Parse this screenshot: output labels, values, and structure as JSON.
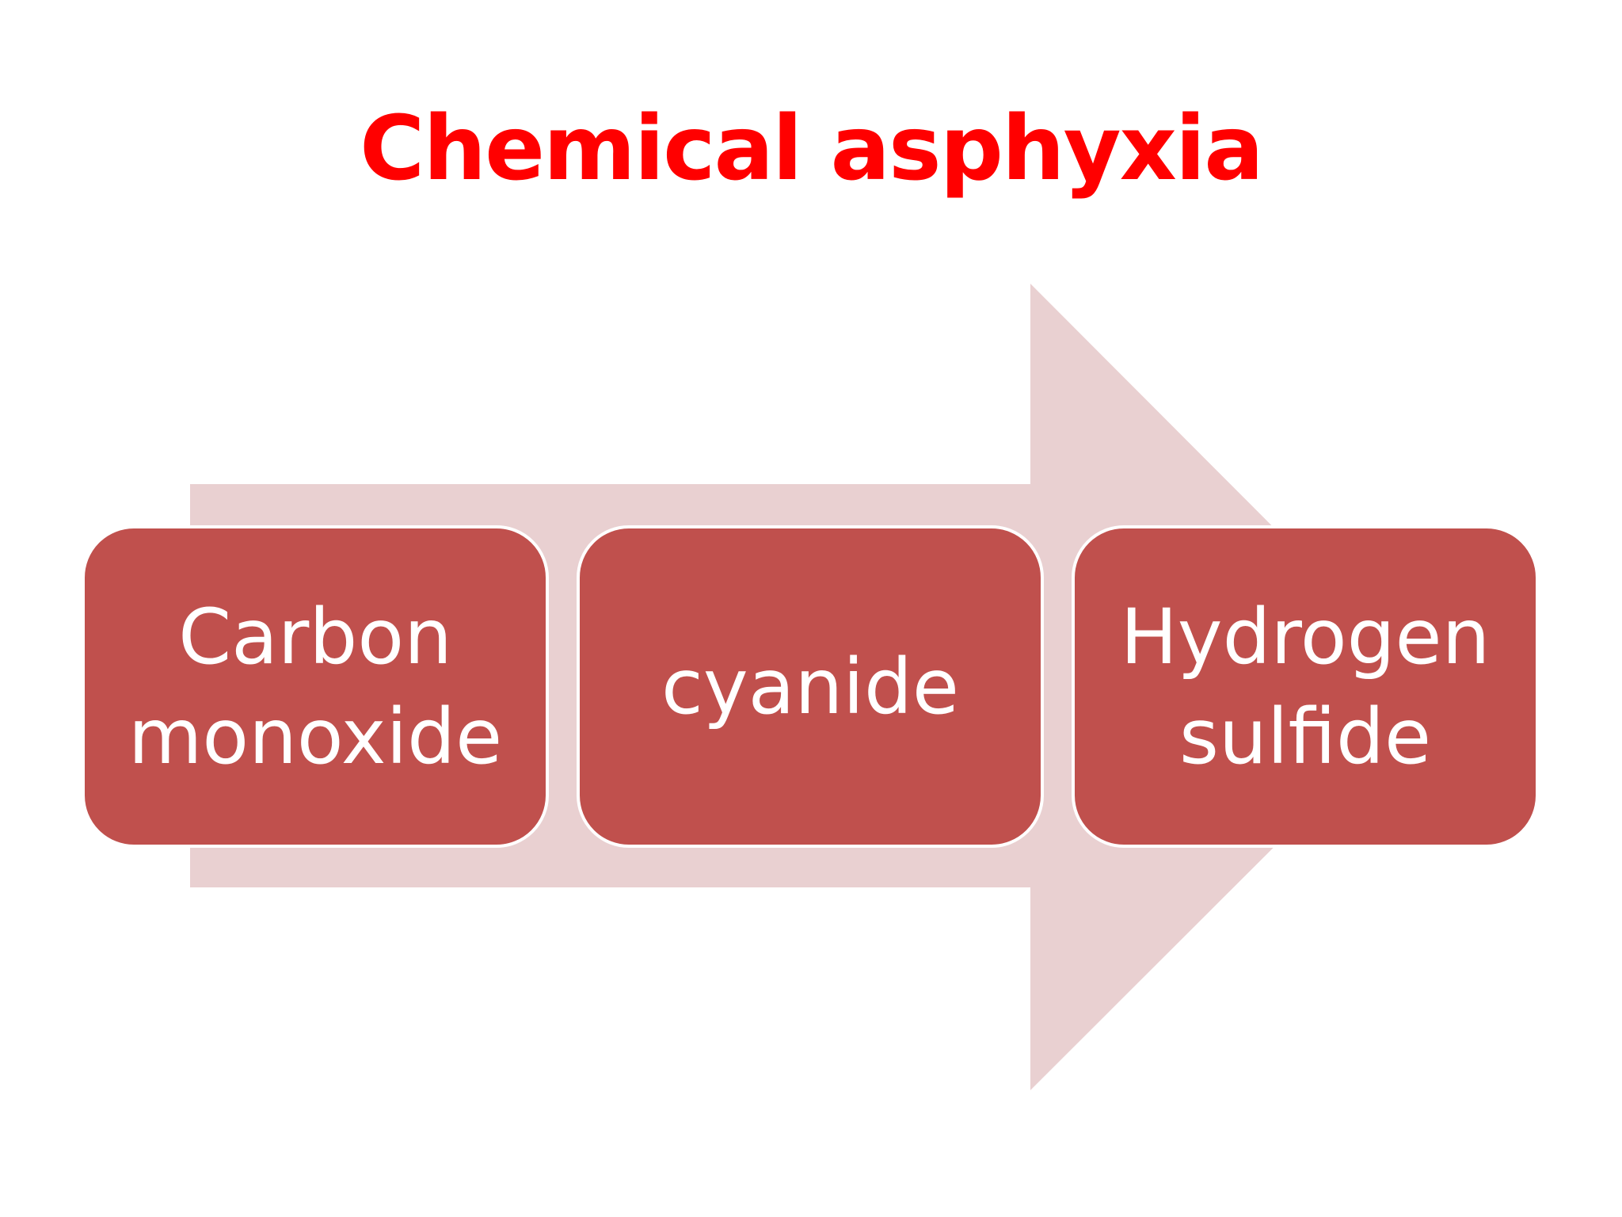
{
  "slide": {
    "title": "Chemical asphyxia",
    "title_color": "#ff0000",
    "arrow_color": "#e9d0d1",
    "box_color": "#c0504d",
    "items": [
      {
        "label": "Carbon\nmonoxide"
      },
      {
        "label": "cyanide"
      },
      {
        "label": "Hydrogen\nsulfide"
      }
    ]
  }
}
